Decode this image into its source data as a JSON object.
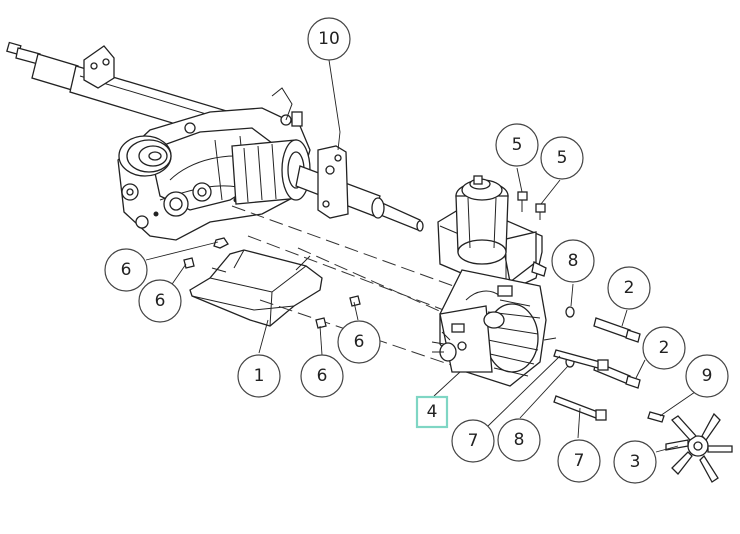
{
  "callouts": [
    {
      "label": "10"
    },
    {
      "label": "5"
    },
    {
      "label": "5"
    },
    {
      "label": "8"
    },
    {
      "label": "2"
    },
    {
      "label": "2"
    },
    {
      "label": "9"
    },
    {
      "label": "6"
    },
    {
      "label": "6"
    },
    {
      "label": "6"
    },
    {
      "label": "6"
    },
    {
      "label": "1"
    },
    {
      "label": "4",
      "highlighted": true
    },
    {
      "label": "7"
    },
    {
      "label": "8"
    },
    {
      "label": "7"
    },
    {
      "label": "3"
    }
  ],
  "colors": {
    "highlight": "#7fd6c4",
    "line": "#222222"
  }
}
